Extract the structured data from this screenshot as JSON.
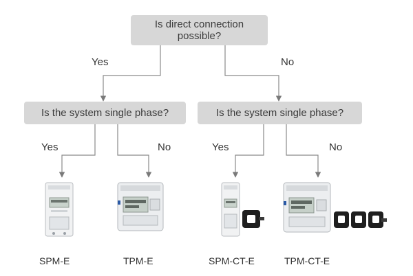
{
  "diagram": {
    "root_question": "Is direct connection possible?",
    "left_question": "Is the system single phase?",
    "right_question": "Is the system single phase?",
    "branch_yes": "Yes",
    "branch_no": "No",
    "products": {
      "spm_e": "SPM-E",
      "tpm_e": "TPM-E",
      "spm_ct_e": "SPM-CT-E",
      "tpm_ct_e": "TPM-CT-E"
    }
  },
  "colors": {
    "box_fill": "#d7d7d7",
    "line": "#8a8a8a"
  }
}
